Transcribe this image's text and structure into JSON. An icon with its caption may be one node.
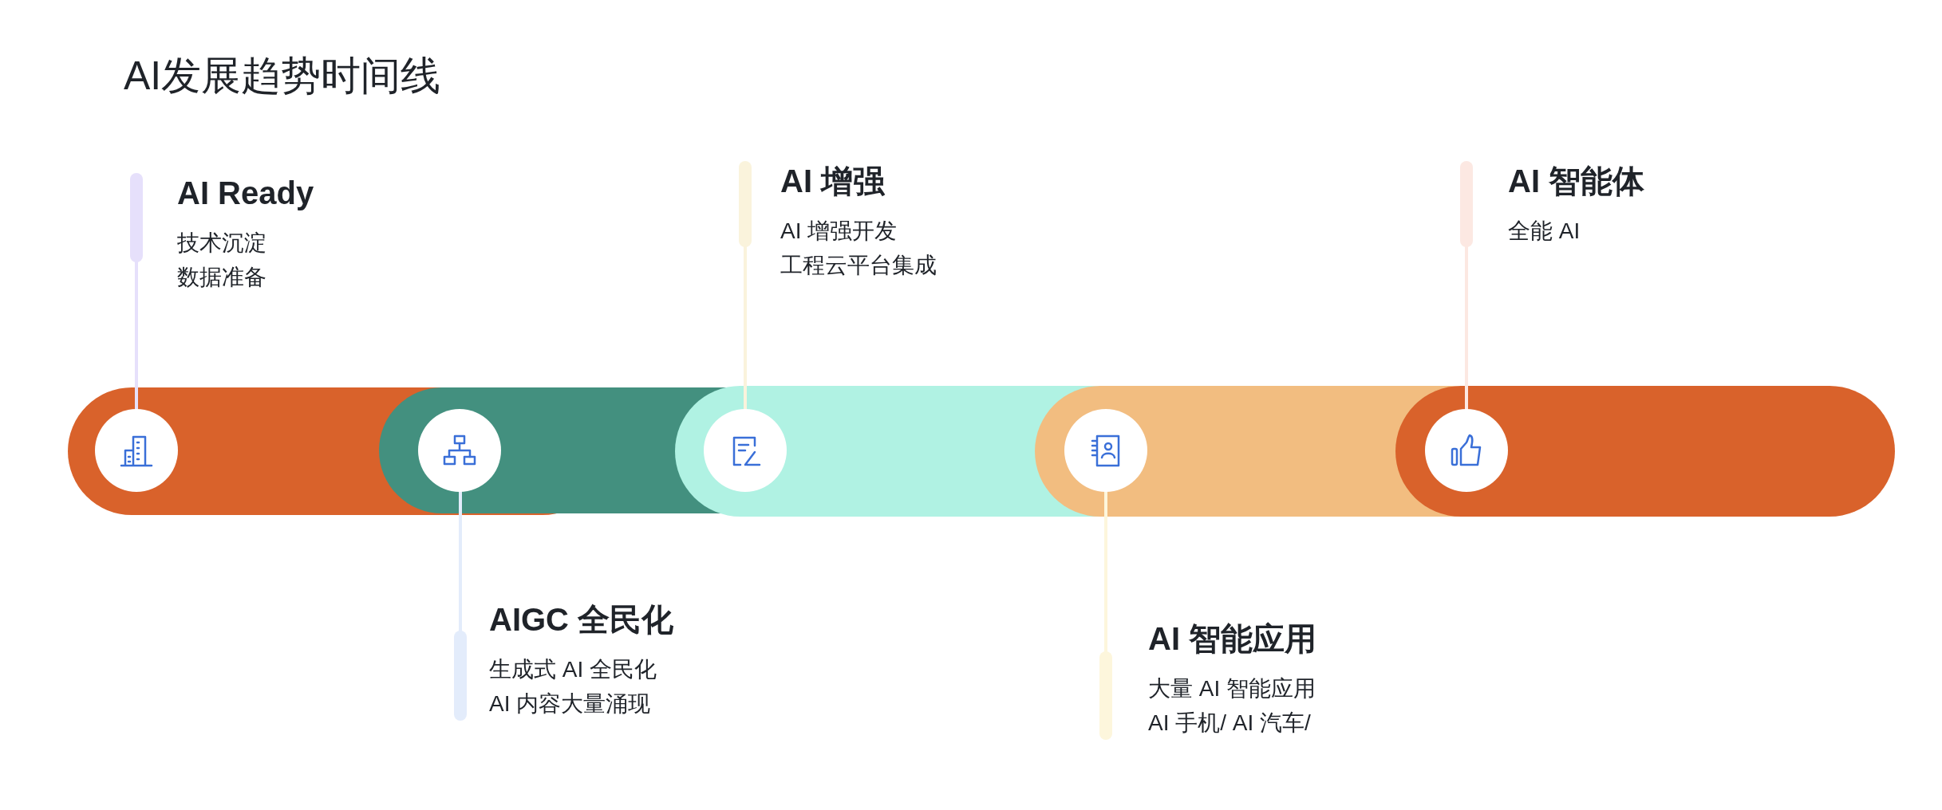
{
  "diagram": {
    "title": "AI发展趋势时间线",
    "nodes": [
      {
        "text": [
          "AI Ready",
          "技术沉淀",
          "数据准备"
        ]
      },
      {
        "text": [
          "AIGC 全民化",
          "生成式 AI 全民化",
          "AI 内容大量涌现"
        ]
      },
      {
        "text": [
          "AI 增强",
          "AI 增强开发",
          "工程云平台集成"
        ]
      },
      {
        "text": [
          "AI 智能应用",
          "大量 AI 智能应用",
          "AI 手机/ AI 汽车/"
        ]
      },
      {
        "text": [
          "AI 智能体",
          "全能 AI"
        ]
      },
      {
        "text": [],
        "shape": "circle"
      },
      {
        "text": [],
        "shape": "circle"
      },
      {
        "text": [],
        "shape": "circle"
      },
      {
        "text": [],
        "shape": "circle"
      },
      {
        "text": [],
        "shape": "circle"
      }
    ],
    "edges": [
      {
        "from": 0,
        "to": 5,
        "arrow": "none",
        "color": "#e6e0fb"
      },
      {
        "from": 1,
        "to": 6,
        "arrow": "none",
        "color": "#e3ecfb"
      },
      {
        "from": 2,
        "to": 7,
        "arrow": "none",
        "color": "#faf3dc"
      },
      {
        "from": 3,
        "to": 8,
        "arrow": "none",
        "color": "#fdf6dc"
      },
      {
        "from": 4,
        "to": 9,
        "arrow": "none",
        "color": "#fce8e2"
      }
    ]
  }
}
